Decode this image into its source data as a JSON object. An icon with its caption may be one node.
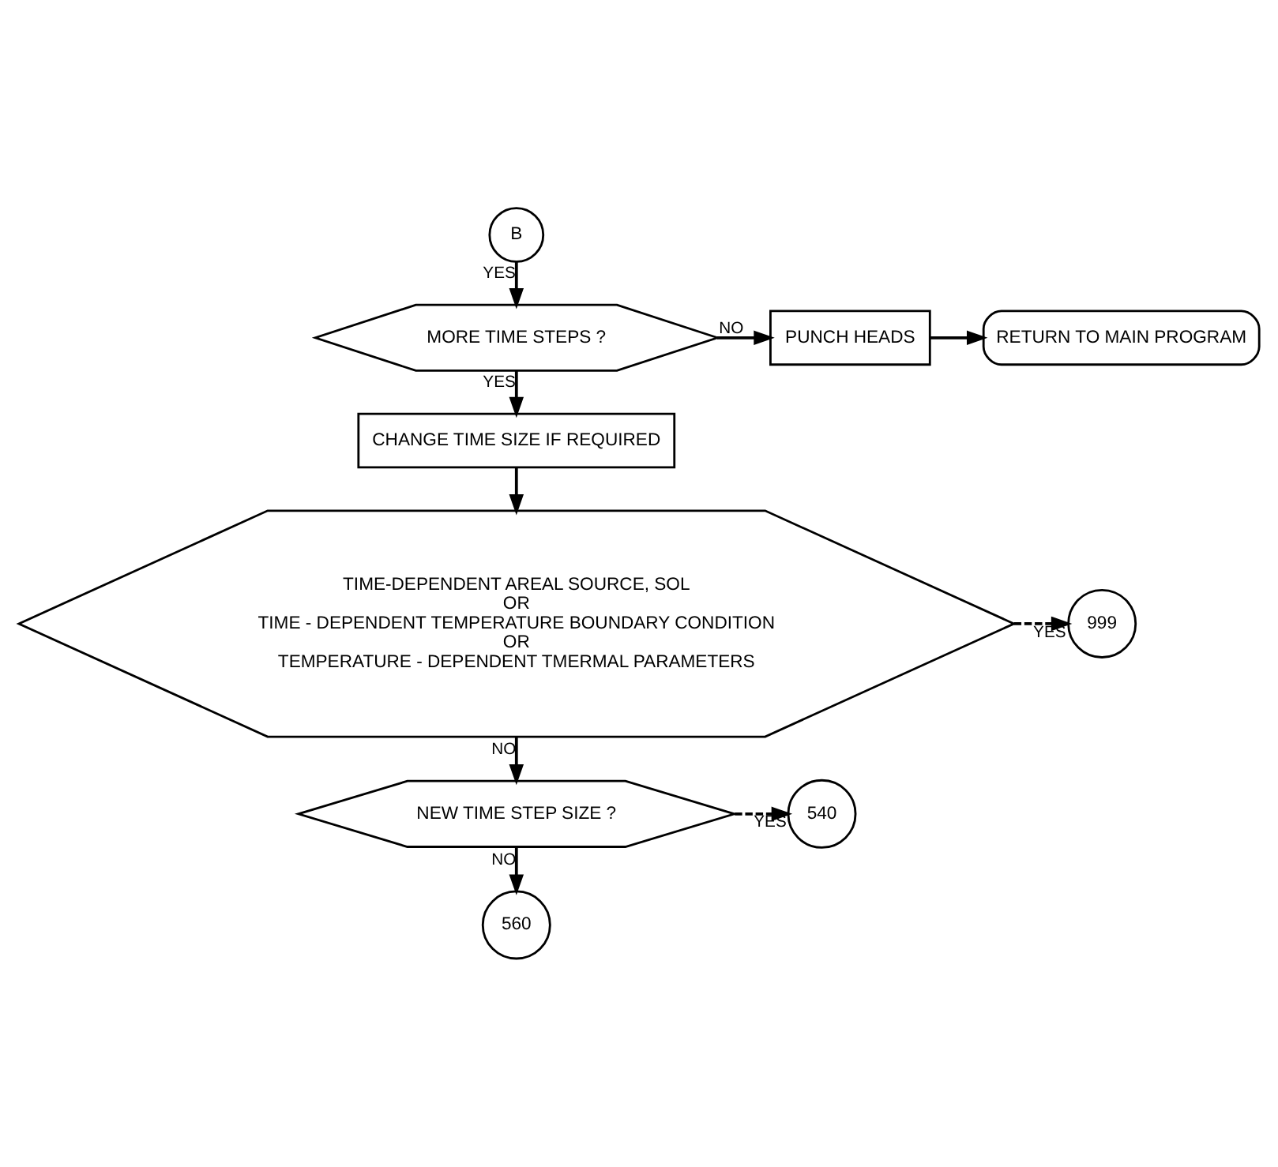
{
  "diagram": {
    "nodes": [
      {
        "text": [
          "B"
        ]
      },
      {
        "text": [
          "MORE TIME STEPS ?"
        ]
      },
      {
        "text": [
          "PUNCH HEADS"
        ]
      },
      {
        "text": [
          "RETURN TO MAIN PROGRAM"
        ]
      },
      {
        "text": [
          "CHANGE TIME SIZE IF REQUIRED"
        ]
      },
      {
        "text": [
          "TIME-DEPENDENT AREAL SOURCE, SOL",
          "OR",
          "TIME - DEPENDENT TEMPERATURE BOUNDARY CONDITION",
          "OR",
          "TEMPERATURE - DEPENDENT TMERMAL PARAMETERS"
        ]
      },
      {
        "text": [
          "999"
        ]
      },
      {
        "text": [
          "NEW TIME STEP SIZE ?"
        ]
      },
      {
        "text": [
          "540"
        ]
      },
      {
        "text": [
          "560"
        ]
      }
    ],
    "edges": [
      {
        "from": 0,
        "to": 1,
        "arrow": "to",
        "label": "YES"
      },
      {
        "from": 1,
        "to": 2,
        "arrow": "to",
        "label": "NO"
      },
      {
        "from": 2,
        "to": 3,
        "arrow": "to"
      },
      {
        "from": 1,
        "to": 4,
        "arrow": "to",
        "label": "YES"
      },
      {
        "from": 4,
        "to": 5,
        "arrow": "to"
      },
      {
        "from": 5,
        "to": 6,
        "arrow": "to",
        "label": "YES",
        "style": "dashed"
      },
      {
        "from": 5,
        "to": 7,
        "arrow": "to",
        "label": "NO"
      },
      {
        "from": 7,
        "to": 8,
        "arrow": "to",
        "label": "YES",
        "style": "dashed"
      },
      {
        "from": 7,
        "to": 9,
        "arrow": "to",
        "label": "NO"
      }
    ]
  }
}
